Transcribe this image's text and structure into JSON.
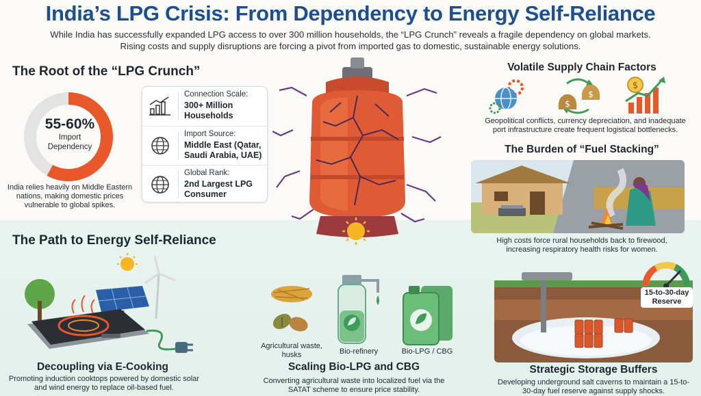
{
  "header": {
    "title": "India’s LPG Crisis: From Dependency to Energy Self-Reliance",
    "subtitle_line1": "While India has successfully expanded LPG access to over 300 million households, the “LPG Crunch” reveals a fragile dependency on global markets.",
    "subtitle_line2": "Rising costs and supply disruptions are forcing a pivot from imported gas to domestic, sustainable energy solutions."
  },
  "root": {
    "heading": "The Root of the “LPG Crunch”",
    "donut_value": "55-60%",
    "donut_label_1": "Import",
    "donut_label_2": "Dependency",
    "donut_fraction": 0.58,
    "caption": "India relies heavily on Middle Eastern nations, making domestic prices vulnerable to global spikes.",
    "stats": [
      {
        "label": "Connection Scale:",
        "value": "300+ Million Households",
        "icon": "bar-chart-icon"
      },
      {
        "label": "Import Source:",
        "value": "Middle East (Qatar, Saudi Arabia, UAE)",
        "icon": "globe-icon"
      },
      {
        "label": "Global Rank:",
        "value": "2nd Largest LPG Consumer",
        "icon": "globe-icon"
      }
    ]
  },
  "supply": {
    "heading": "Volatile Supply Chain Factors",
    "caption": "Geopolitical conflicts, currency depreciation, and inadequate port infrastructure create frequent logistical bottlenecks."
  },
  "stacking": {
    "heading": "The Burden of “Fuel Stacking”",
    "caption": "High costs force rural households back to firewood, increasing respiratory health risks for women."
  },
  "path": {
    "heading": "The Path to Energy Self-Reliance",
    "ecooking": {
      "heading": "Decoupling via E-Cooking",
      "caption": "Promoting induction cooktops powered by domestic solar and wind energy to replace oil-based fuel."
    },
    "biolpg": {
      "heading": "Scaling Bio-LPG and CBG",
      "caption": "Converting agricultural waste into localized fuel via the SATAT scheme to ensure price stability.",
      "label_waste": "Agricultural waste, husks",
      "label_refinery": "Bio-refinery",
      "label_output": "Bio-LPG / CBG"
    },
    "storage": {
      "heading": "Strategic Storage Buffers",
      "caption": "Developing underground salt caverns to maintain a 15-to-30-day fuel reserve against supply shocks.",
      "gauge_label": "15-to-30-day Reserve"
    }
  },
  "colors": {
    "title": "#1b4f8f",
    "donut_orange": "#e8582a",
    "donut_grey": "#e3e3e3",
    "cylinder": "#e05a35",
    "accent_green": "#3e9b5a"
  }
}
